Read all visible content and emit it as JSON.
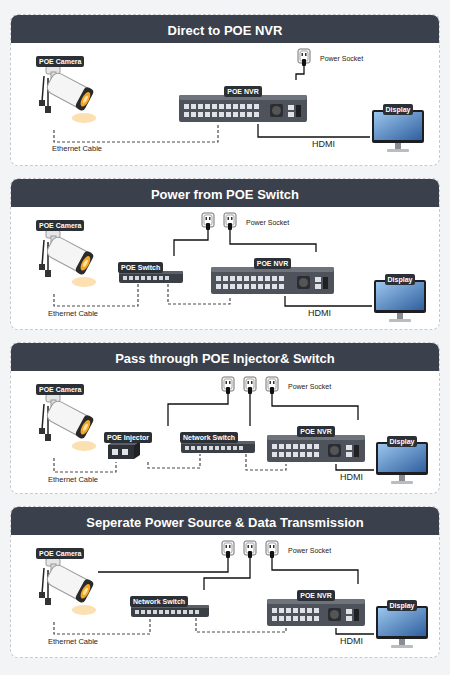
{
  "diagram": {
    "nodes": [
      {
        "text": [
          "Direct to POE NVR"
        ]
      },
      {
        "text": [
          "POE Camera"
        ],
        "in": 0
      },
      {
        "text": [
          "POE NVR"
        ],
        "in": 0
      },
      {
        "text": [
          "Power Socket"
        ],
        "in": 0
      },
      {
        "text": [
          "Display"
        ],
        "in": 0
      },
      {
        "text": [
          "Power from POE Switch"
        ]
      },
      {
        "text": [
          "POE Camera"
        ],
        "in": 5
      },
      {
        "text": [
          "POE Switch"
        ],
        "in": 5
      },
      {
        "text": [
          "Power Socket"
        ],
        "in": 5
      },
      {
        "text": [
          "POE NVR"
        ],
        "in": 5
      },
      {
        "text": [
          "Display"
        ],
        "in": 5
      },
      {
        "text": [
          "Pass through POE Injector& Switch"
        ]
      },
      {
        "text": [
          "POE Camera"
        ],
        "in": 11
      },
      {
        "text": [
          "POE Injector"
        ],
        "in": 11
      },
      {
        "text": [
          "Network Switch"
        ],
        "in": 11
      },
      {
        "text": [
          "Power Socket"
        ],
        "in": 11
      },
      {
        "text": [
          "POE NVR"
        ],
        "in": 11
      },
      {
        "text": [
          "Display"
        ],
        "in": 11
      },
      {
        "text": [
          "Seperate Power Source & Data Transmission"
        ]
      },
      {
        "text": [
          "POE Camera"
        ],
        "in": 18
      },
      {
        "text": [
          "Power Socket"
        ],
        "in": 18
      },
      {
        "text": [
          "Network Switch"
        ],
        "in": 18
      },
      {
        "text": [
          "POE NVR"
        ],
        "in": 18
      },
      {
        "text": [
          "Display"
        ],
        "in": 18
      }
    ],
    "edges": [
      {
        "from": 1,
        "to": 2,
        "label": "Ethernet Cable",
        "arrow": "none"
      },
      {
        "from": 3,
        "to": 2,
        "arrow": "none"
      },
      {
        "from": 2,
        "to": 4,
        "label": "HDMI",
        "arrow": "none"
      },
      {
        "from": 6,
        "to": 7,
        "label": "Ethernet Cable",
        "arrow": "none"
      },
      {
        "from": 7,
        "to": 9,
        "arrow": "none"
      },
      {
        "from": 8,
        "to": 7,
        "arrow": "none"
      },
      {
        "from": 8,
        "to": 9,
        "arrow": "none"
      },
      {
        "from": 9,
        "to": 10,
        "label": "HDMI",
        "arrow": "none"
      },
      {
        "from": 12,
        "to": 13,
        "label": "Ethernet Cable",
        "arrow": "none"
      },
      {
        "from": 13,
        "to": 14,
        "arrow": "none"
      },
      {
        "from": 14,
        "to": 16,
        "arrow": "none"
      },
      {
        "from": 15,
        "to": 13,
        "arrow": "none"
      },
      {
        "from": 15,
        "to": 14,
        "arrow": "none"
      },
      {
        "from": 15,
        "to": 16,
        "arrow": "none"
      },
      {
        "from": 16,
        "to": 17,
        "label": "HDMI",
        "arrow": "none"
      },
      {
        "from": 19,
        "to": 21,
        "label": "Ethernet Cable",
        "arrow": "none"
      },
      {
        "from": 21,
        "to": 22,
        "arrow": "none"
      },
      {
        "from": 20,
        "to": 19,
        "arrow": "none"
      },
      {
        "from": 20,
        "to": 21,
        "arrow": "none"
      },
      {
        "from": 20,
        "to": 22,
        "arrow": "none"
      },
      {
        "from": 22,
        "to": 23,
        "label": "HDMI",
        "arrow": "none"
      }
    ]
  }
}
